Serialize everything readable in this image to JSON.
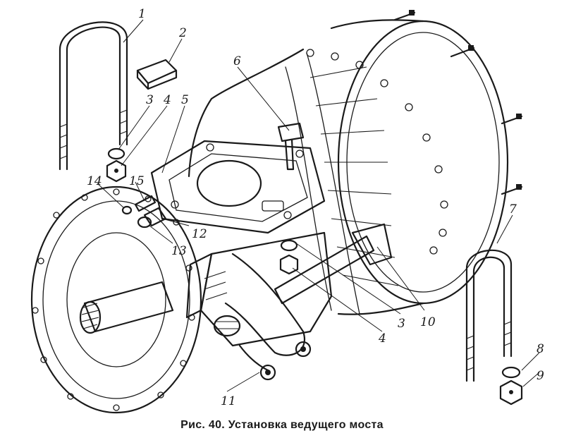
{
  "caption": "Рис. 40. Установка ведущего моста",
  "callouts": [
    "1",
    "2",
    "3",
    "4",
    "5",
    "6",
    "7",
    "8",
    "9",
    "10",
    "11",
    "12",
    "13",
    "14",
    "15",
    "3",
    "4"
  ]
}
